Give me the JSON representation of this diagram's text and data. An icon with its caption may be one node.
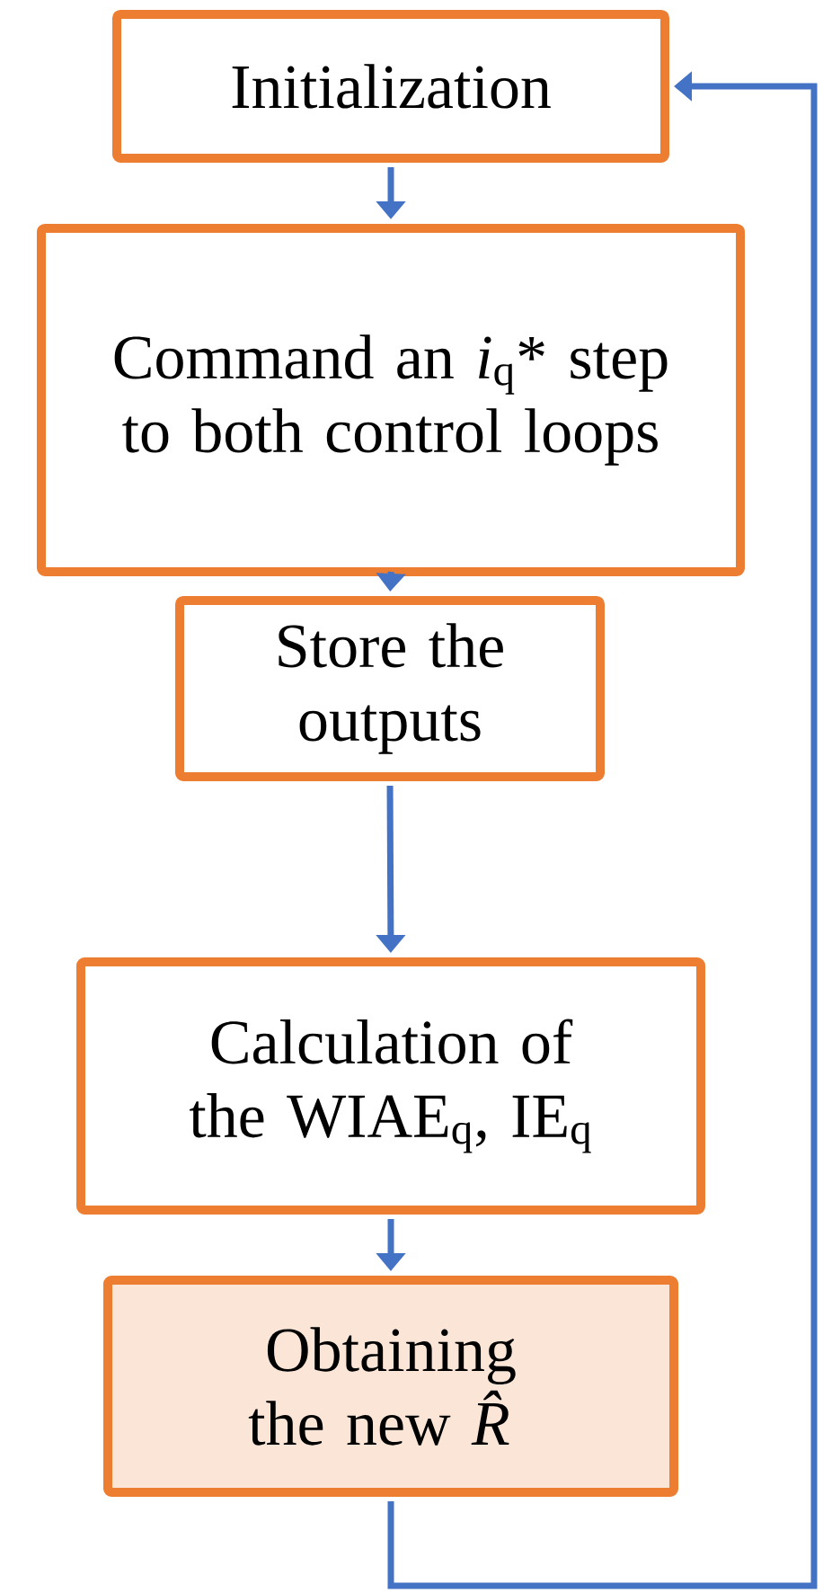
{
  "diagram": {
    "nodes": [
      {
        "text": [
          "Initialization"
        ]
      },
      {
        "text": [
          "Command an *i*$_{q}$* step to both control loops"
        ]
      },
      {
        "text": [
          "Store the outputs"
        ]
      },
      {
        "text": [
          "Calculation of the WIAE$_{q}$, IE$_{q}$"
        ]
      },
      {
        "text": [
          "Obtaining the new *R̂*"
        ]
      }
    ],
    "edges": [
      {
        "from": 0,
        "to": 1,
        "arrow": "to"
      },
      {
        "from": 1,
        "to": 2,
        "arrow": "to"
      },
      {
        "from": 2,
        "to": 3,
        "arrow": "to"
      },
      {
        "from": 3,
        "to": 4,
        "arrow": "to"
      },
      {
        "from": 4,
        "to": 0,
        "arrow": "to"
      }
    ]
  }
}
